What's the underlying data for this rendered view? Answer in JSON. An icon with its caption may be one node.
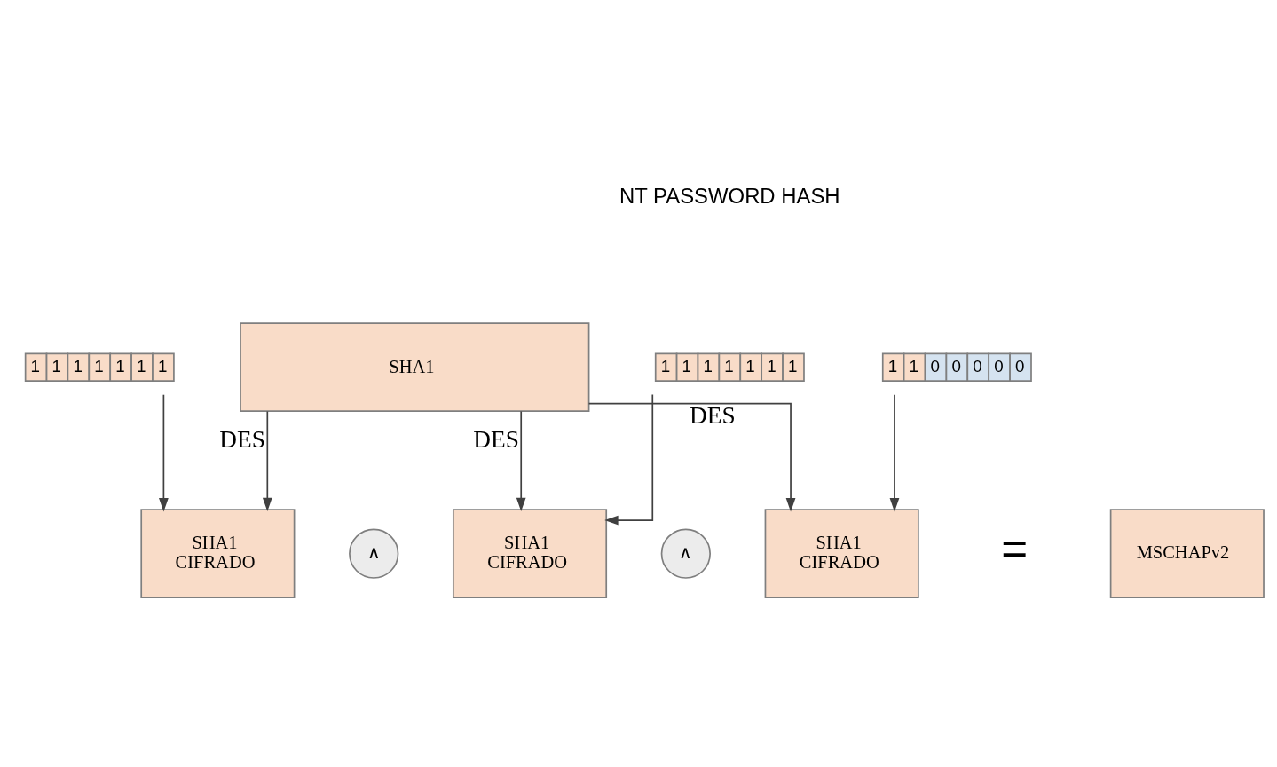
{
  "diagram": {
    "nodes": [
      {
        "text": [
          "SHA1"
        ]
      },
      {
        "text": [
          "1",
          "1",
          "1",
          "1",
          "1",
          "1",
          "1"
        ]
      },
      {
        "text": [
          "1",
          "1",
          "1",
          "1",
          "1",
          "1",
          "1"
        ]
      },
      {
        "text": [
          "1",
          "1",
          "0",
          "0",
          "0",
          "0",
          "0"
        ]
      },
      {
        "text": [
          "SHA1 CIFRADO"
        ]
      },
      {
        "text": [
          "∧"
        ]
      },
      {
        "text": [
          "SHA1 CIFRADO"
        ]
      },
      {
        "text": [
          "∧"
        ]
      },
      {
        "text": [
          "SHA1 CIFRADO"
        ]
      },
      {
        "text": [
          "MSCHAPv2"
        ]
      }
    ],
    "edges": [
      {
        "from": 0,
        "to": 4,
        "arrow": "to",
        "label": "DES"
      },
      {
        "from": 0,
        "to": 6,
        "arrow": "to",
        "label": "DES"
      },
      {
        "from": 0,
        "to": 8,
        "arrow": "to",
        "label": "DES"
      },
      {
        "from": 1,
        "to": 4,
        "arrow": "to"
      },
      {
        "from": 2,
        "to": 6,
        "arrow": "to"
      },
      {
        "from": 3,
        "to": 8,
        "arrow": "to"
      }
    ],
    "labels": [
      "NT PASSWORD HASH",
      "="
    ]
  }
}
